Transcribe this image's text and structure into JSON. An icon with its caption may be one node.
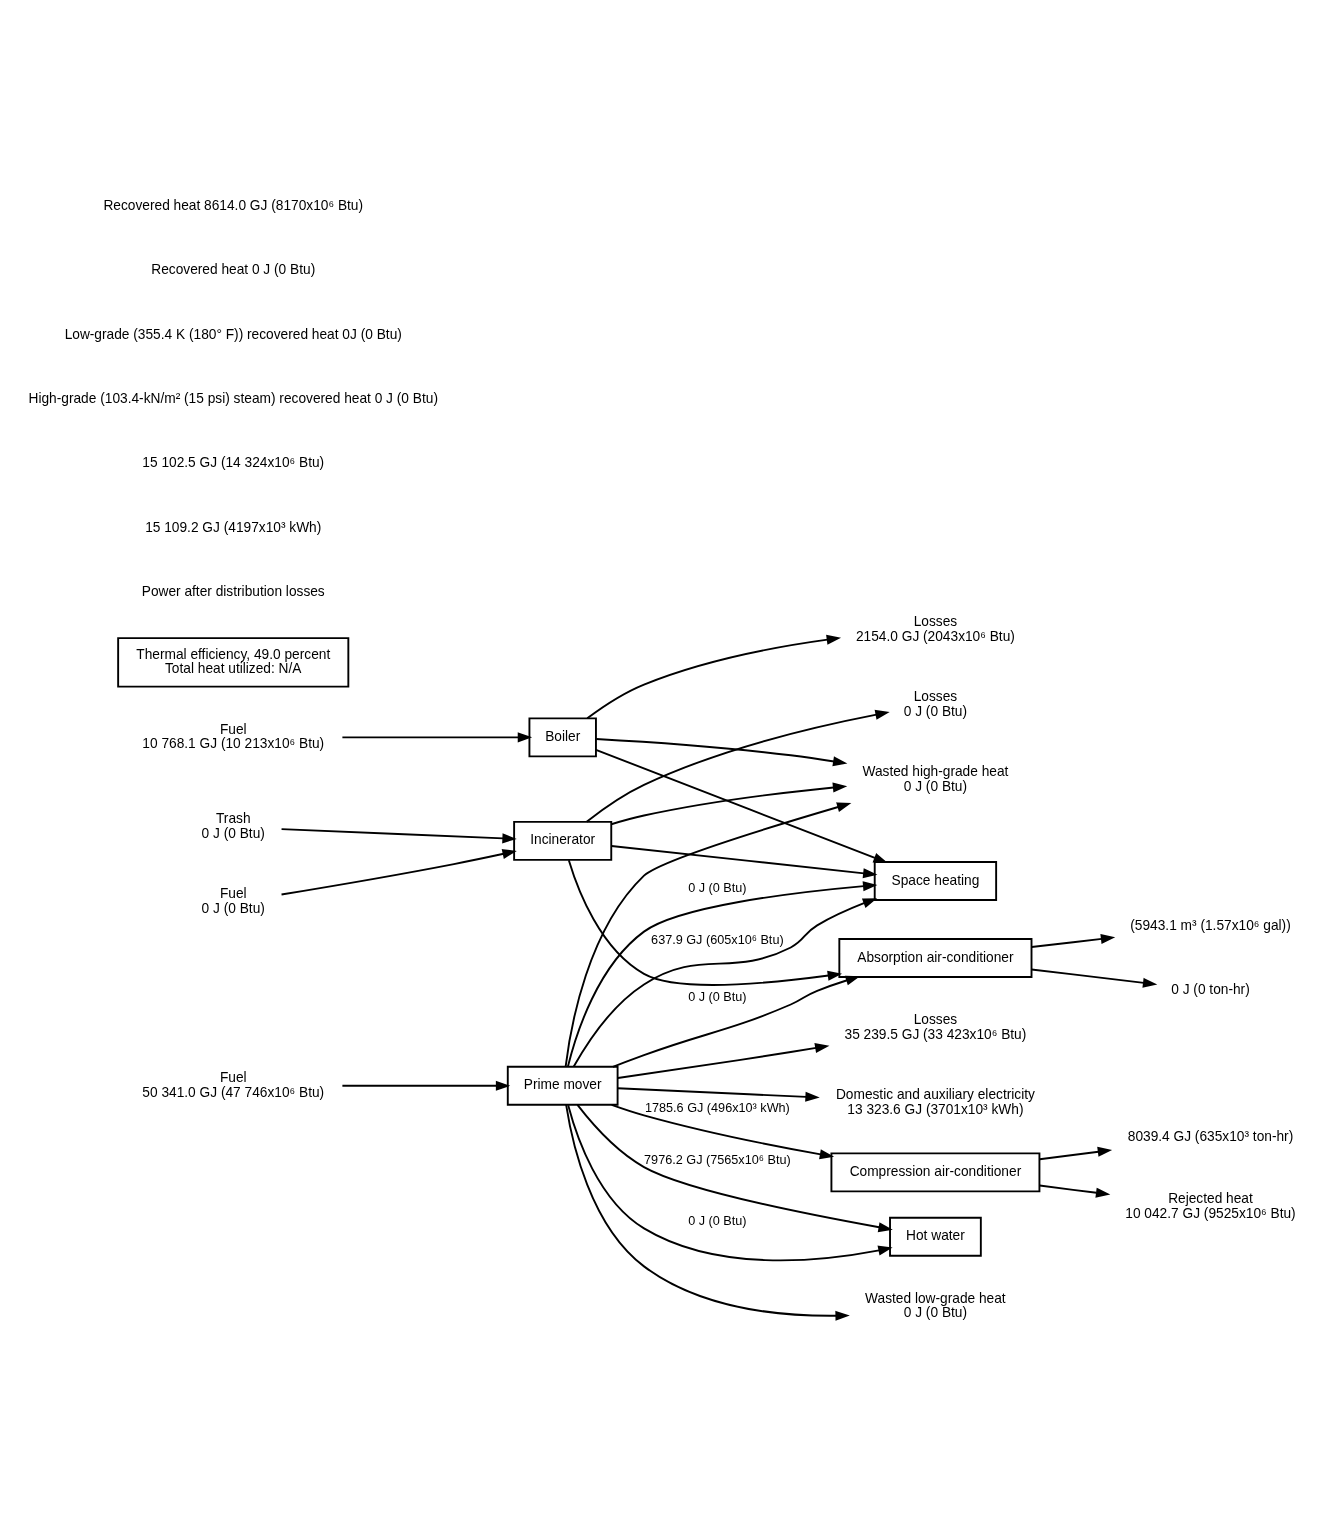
{
  "diagram": {
    "nodes": [
      {
        "text": [
          "Losses",
          "35 239.5 GJ (33 423x10⁶ Btu)"
        ]
      },
      {
        "text": [
          "Fuel",
          "50 341.0 GJ (47 746x10⁶ Btu)"
        ]
      },
      {
        "text": [
          "Prime mover"
        ]
      },
      {
        "text": [
          "Domestic and auxiliary electricity",
          "13 323.6 GJ (3701x10³ kWh)"
        ]
      },
      {
        "text": [
          "Compression air-conditioner"
        ]
      },
      {
        "text": [
          "Hot water"
        ]
      },
      {
        "text": [
          "Losses",
          "0 J (0 Btu)"
        ]
      },
      {
        "text": [
          "Fuel",
          "0 J (0 Btu)"
        ]
      },
      {
        "text": [
          "Incinerator"
        ]
      },
      {
        "text": [
          "Trash",
          "0 J (0 Btu)"
        ]
      },
      {
        "text": [
          "8039.4 GJ (635x10³ ton-hr)"
        ]
      },
      {
        "text": [
          "Rejected heat",
          "10 042.7 GJ (9525x10⁶ Btu)"
        ]
      },
      {
        "text": [
          "(5943.1 m³ (1.57x10⁶ gal))"
        ]
      },
      {
        "text": [
          "Absorption air-conditioner"
        ]
      },
      {
        "text": [
          "0 J (0 ton-hr)"
        ]
      },
      {
        "text": [
          "Losses",
          "2154.0 GJ (2043x10⁶ Btu)"
        ]
      },
      {
        "text": [
          "Fuel",
          "10 768.1 GJ (10 213x10⁶ Btu)"
        ]
      },
      {
        "text": [
          "Boiler"
        ]
      },
      {
        "text": [
          "Space heating"
        ]
      },
      {
        "text": [
          "Wasted high-grade heat",
          "0 J (0 Btu)"
        ]
      },
      {
        "text": [
          "Wasted low-grade heat",
          "0 J (0 Btu)"
        ]
      },
      {
        "text": [
          "Thermal efficiency, 49.0 percent",
          "Total heat utilized: N/A"
        ]
      }
    ],
    "edges": [
      {
        "from": 1,
        "to": 2,
        "arrow": "to"
      },
      {
        "from": 2,
        "to": 0,
        "arrow": "to"
      },
      {
        "from": 2,
        "to": 3,
        "arrow": "to"
      },
      {
        "from": 2,
        "to": 4,
        "arrow": "to",
        "label": "1785.6 GJ (496x10³ kWh)"
      },
      {
        "from": 2,
        "to": 5,
        "arrow": "to",
        "label": "7976.2 GJ (7565x10⁶ Btu)"
      },
      {
        "from": 2,
        "to": 13,
        "arrow": "to",
        "label": "0 J (0 Btu)"
      },
      {
        "from": 2,
        "to": 18,
        "arrow": "to",
        "label": "637.9 GJ (605x10⁶ Btu)"
      },
      {
        "from": 2,
        "to": 19,
        "arrow": "to"
      },
      {
        "from": 2,
        "to": 5,
        "arrow": "to",
        "label": "0 J (0 Btu)"
      },
      {
        "from": 2,
        "to": 18,
        "arrow": "to",
        "label": "0 J (0 Btu)"
      },
      {
        "from": 2,
        "to": 20,
        "arrow": "to"
      },
      {
        "from": 7,
        "to": 8,
        "arrow": "to"
      },
      {
        "from": 9,
        "to": 8,
        "arrow": "to"
      },
      {
        "from": 8,
        "to": 6,
        "arrow": "to"
      },
      {
        "from": 8,
        "to": 13,
        "arrow": "to"
      },
      {
        "from": 8,
        "to": 18,
        "arrow": "to"
      },
      {
        "from": 8,
        "to": 19,
        "arrow": "to"
      },
      {
        "from": 16,
        "to": 17,
        "arrow": "to"
      },
      {
        "from": 17,
        "to": 15,
        "arrow": "to"
      },
      {
        "from": 17,
        "to": 18,
        "arrow": "to"
      },
      {
        "from": 17,
        "to": 19,
        "arrow": "to"
      },
      {
        "from": 4,
        "to": 10,
        "arrow": "to"
      },
      {
        "from": 4,
        "to": 11,
        "arrow": "to"
      },
      {
        "from": 13,
        "to": 12,
        "arrow": "to"
      },
      {
        "from": 13,
        "to": 14,
        "arrow": "to"
      }
    ],
    "labels": [
      "Power after distribution losses",
      "15 109.2 GJ (4197x10³ kWh)",
      "15 102.5 GJ (14 324x10⁶ Btu)",
      "High-grade (103.4-kN/m² (15 psi) steam) recovered heat 0 J (0 Btu)",
      "Low-grade (355.4 K (180° F)) recovered heat 0J (0 Btu)",
      "Recovered heat 0 J (0 Btu)",
      "Recovered heat 8614.0 GJ (8170x10⁶ Btu)"
    ]
  }
}
